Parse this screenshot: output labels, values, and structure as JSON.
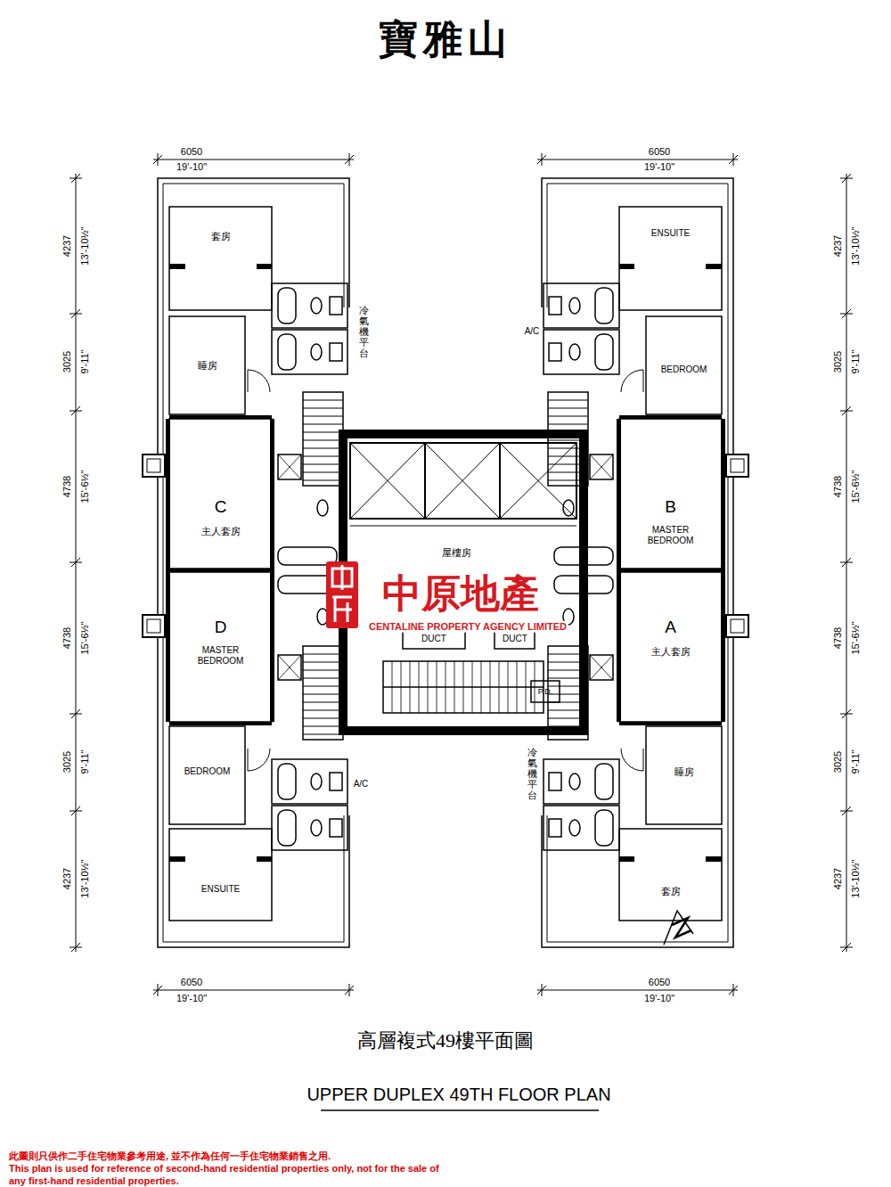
{
  "diagram": {
    "title": "寶雅山",
    "caption": "高層複式49樓平面圖",
    "nodes": [
      {
        "text": [
          "套房"
        ]
      },
      {
        "text": [
          "ENSUITE"
        ]
      },
      {
        "text": [
          "睡房"
        ]
      },
      {
        "text": [
          "BEDROOM"
        ]
      },
      {
        "text": [
          "C",
          "主人套房"
        ]
      },
      {
        "text": [
          "B",
          "MASTER BEDROOM"
        ]
      },
      {
        "text": [
          "D",
          "MASTER BEDROOM"
        ]
      },
      {
        "text": [
          "A",
          "主人套房"
        ]
      },
      {
        "text": [
          "BEDROOM"
        ]
      },
      {
        "text": [
          "睡房"
        ]
      },
      {
        "text": [
          "ENSUITE"
        ]
      },
      {
        "text": [
          "套房"
        ]
      }
    ],
    "labels": [
      "6050",
      "19'-10\"",
      "6050",
      "19'-10\"",
      "4237",
      "13'-10½\"",
      "3025",
      "9'-11\"",
      "4738",
      "15'-6½\"",
      "4738",
      "15'-6½\"",
      "3025",
      "9'-11\"",
      "4237",
      "13'-10½\"",
      "4237",
      "13'-10½\"",
      "3025",
      "9'-11\"",
      "4738",
      "15'-6½\"",
      "4738",
      "15'-6½\"",
      "3025",
      "9'-11\"",
      "4237",
      "13'-10½\"",
      "冷氣機平台",
      "A/C",
      "屋樓房",
      "中原地產",
      "CENTALINE PROPERTY AGENCY LIMITED",
      "DUCT",
      "DUCT",
      "P.D.",
      "A/C",
      "冷氣機平台",
      "6050",
      "19'-10\"",
      "6050",
      "19'-10\"",
      "UPPER DUPLEX 49TH FLOOR PLAN",
      "此圖則只供作二手住宅物業參考用途, 並不作為任何一手住宅物業銷售之用.",
      "This plan is used for reference of second-hand residential properties only, not for the sale of any first-hand residential properties."
    ]
  }
}
